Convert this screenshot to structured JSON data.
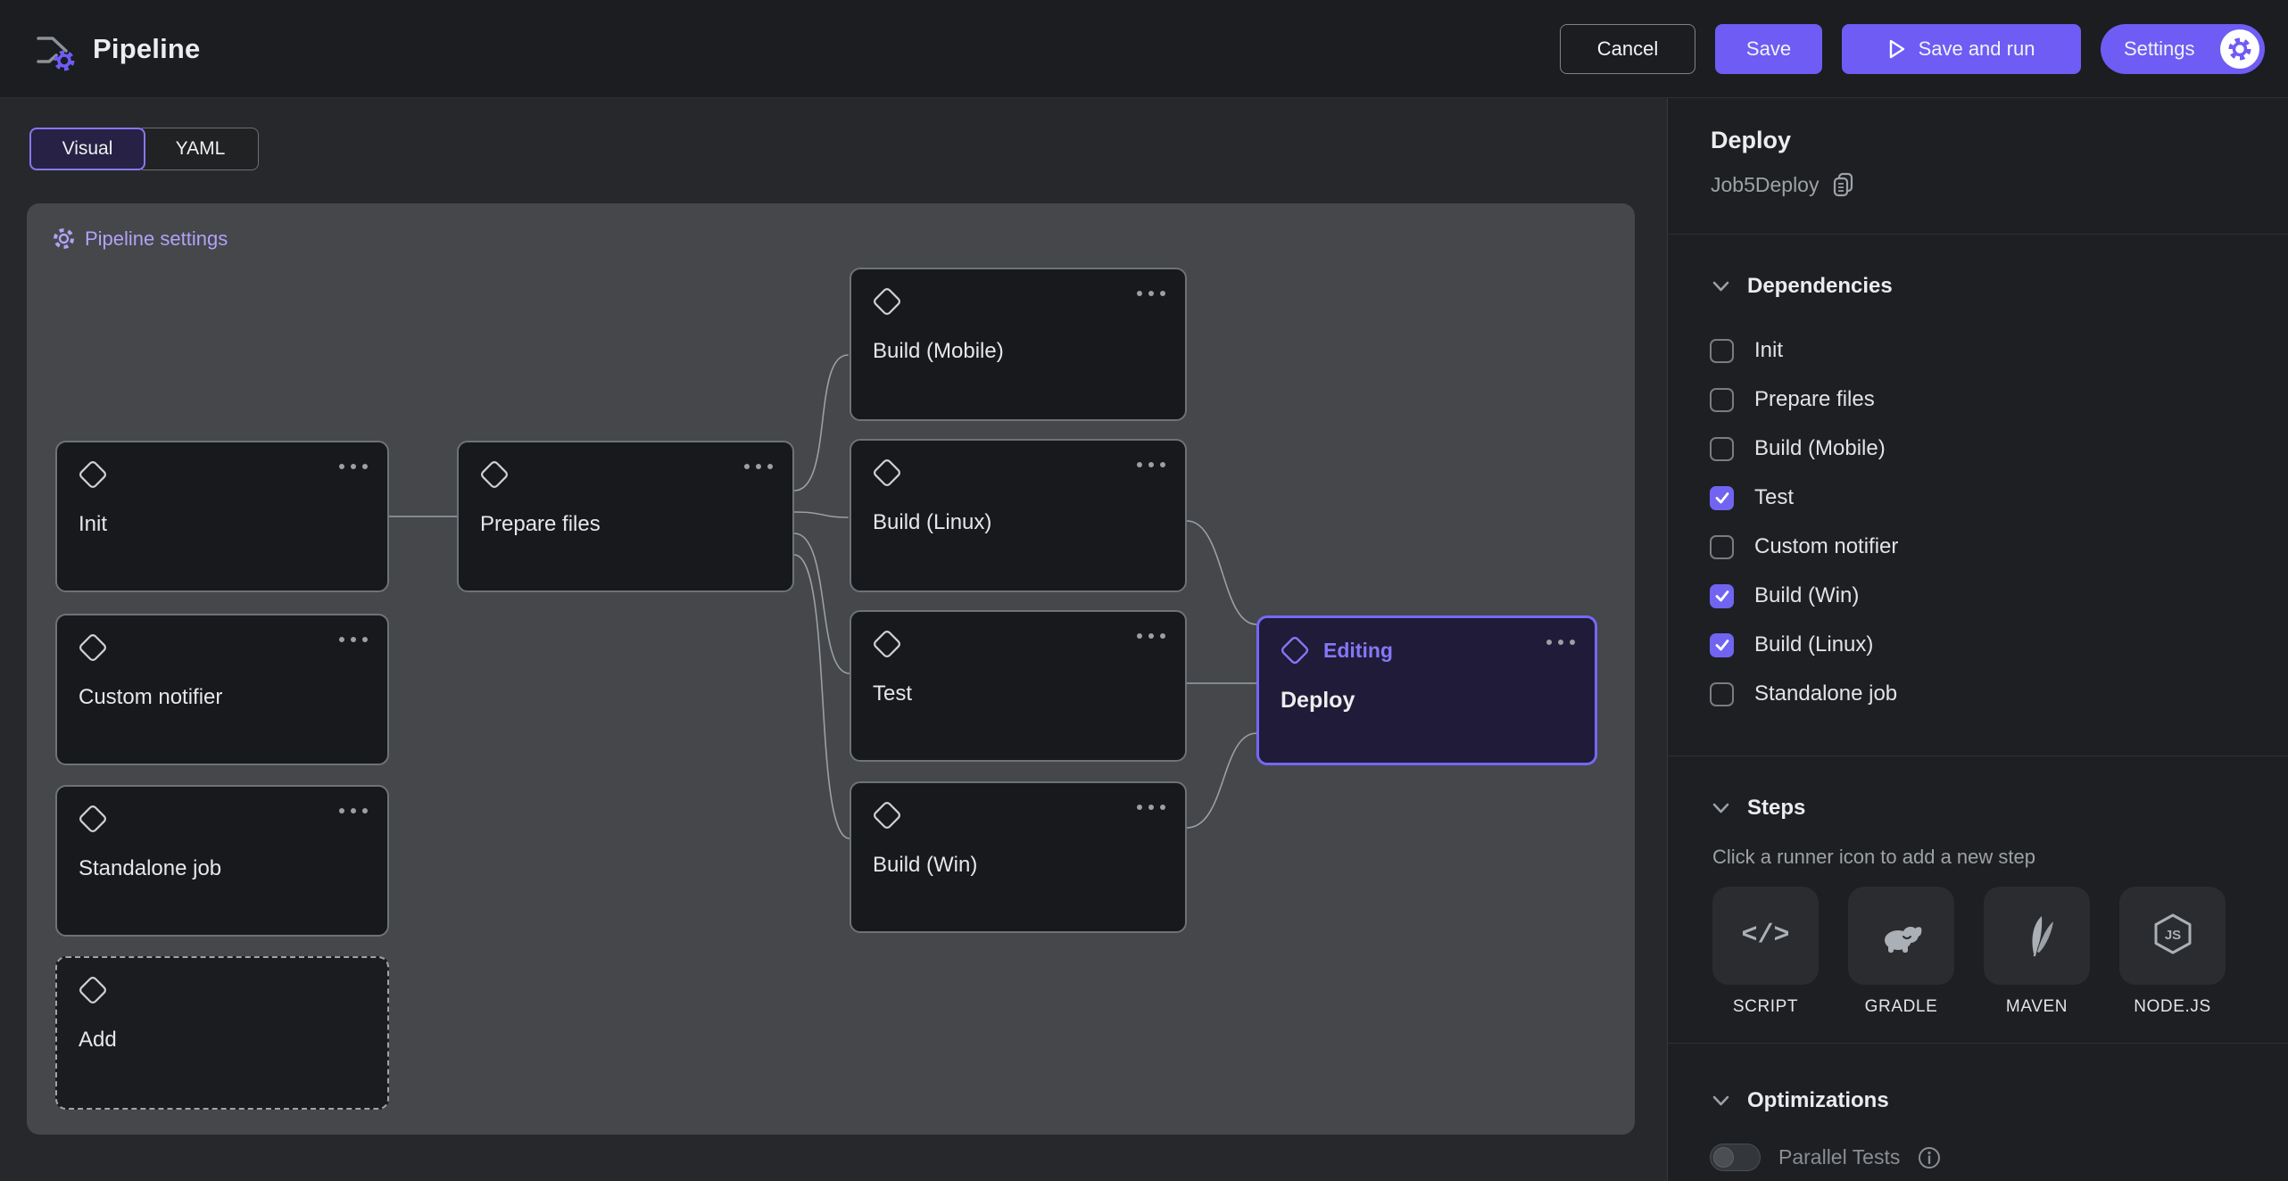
{
  "header": {
    "title": "Pipeline",
    "buttons": {
      "cancel": "Cancel",
      "save": "Save",
      "save_and_run": "Save and run",
      "settings": "Settings"
    }
  },
  "view_tabs": {
    "visual": "Visual",
    "yaml": "YAML",
    "selected": "Visual"
  },
  "canvas": {
    "settings_link": "Pipeline settings",
    "editing_badge": "Editing",
    "nodes": [
      {
        "label": "Init"
      },
      {
        "label": "Custom notifier"
      },
      {
        "label": "Standalone job"
      },
      {
        "label": "Add",
        "variant": "add"
      },
      {
        "label": "Prepare files"
      },
      {
        "label": "Build (Mobile)"
      },
      {
        "label": "Build (Linux)"
      },
      {
        "label": "Test"
      },
      {
        "label": "Build (Win)"
      },
      {
        "label": "Deploy",
        "variant": "editing"
      }
    ]
  },
  "sidebar": {
    "job_title": "Deploy",
    "job_id": "Job5Deploy",
    "dependencies": {
      "title": "Dependencies",
      "items": [
        {
          "label": "Init",
          "checked": false
        },
        {
          "label": "Prepare files",
          "checked": false
        },
        {
          "label": "Build (Mobile)",
          "checked": false
        },
        {
          "label": "Test",
          "checked": true
        },
        {
          "label": "Custom notifier",
          "checked": false
        },
        {
          "label": "Build (Win)",
          "checked": true
        },
        {
          "label": "Build (Linux)",
          "checked": true
        },
        {
          "label": "Standalone job",
          "checked": false
        }
      ]
    },
    "steps": {
      "title": "Steps",
      "hint": "Click a runner icon to add a new step",
      "runners": [
        {
          "label": "SCRIPT",
          "icon": "script-icon"
        },
        {
          "label": "GRADLE",
          "icon": "gradle-icon"
        },
        {
          "label": "MAVEN",
          "icon": "maven-icon"
        },
        {
          "label": "NODE.JS",
          "icon": "nodejs-icon"
        }
      ],
      "script_glyph": "</>"
    },
    "optimizations": {
      "title": "Optimizations",
      "toggles": [
        {
          "label": "Parallel Tests",
          "on": false
        }
      ]
    }
  },
  "colors": {
    "accent_purple": "#6e5cf5",
    "accent_light_purple": "#b3a1f6",
    "editing_border": "#7668f6",
    "canvas_bg": "#45474a",
    "node_bg": "#17191c",
    "header_bg": "#1b1d20",
    "sidebar_bg": "#1d1f22",
    "edge_gray": "#9aa0a4"
  }
}
